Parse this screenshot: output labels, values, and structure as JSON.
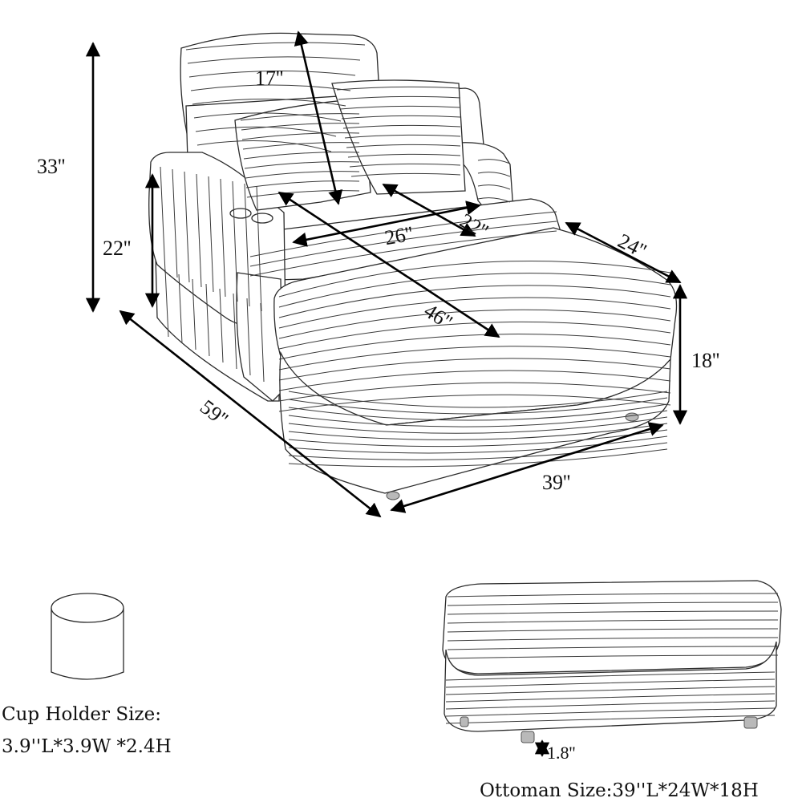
{
  "dimensions": {
    "total_height": "33''",
    "back_cushion_height": "17''",
    "arm_height": "22''",
    "seat_width": "26''",
    "pillow_size": "22''",
    "seat_depth": "46''",
    "ottoman_depth": "24''",
    "ottoman_height": "18''",
    "total_length": "59''",
    "ottoman_length": "39''",
    "leg_height": "1.8''"
  },
  "cup_holder": {
    "title": "Cup Holder Size:",
    "size": "3.9''L*3.9W *2.4H"
  },
  "ottoman": {
    "caption": "Ottoman Size:39''L*24W*18H"
  }
}
